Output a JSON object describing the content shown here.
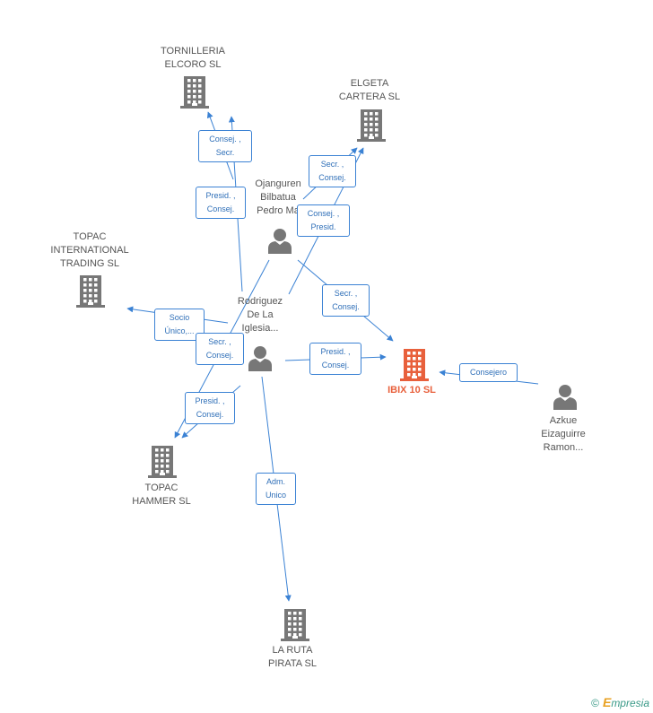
{
  "colors": {
    "edge": "#3b82d4",
    "company": "#777777",
    "main_company": "#e8603c",
    "person": "#777777"
  },
  "nodes": [
    {
      "id": "tornilleria",
      "type": "company-icon",
      "label": "TORNILLERIA\nELCORO SL"
    },
    {
      "id": "elgeta",
      "type": "company-icon",
      "label": "ELGETA\nCARTERA SL"
    },
    {
      "id": "topac_intl",
      "type": "company-icon",
      "label": "TOPAC\nINTERNATIONAL\nTRADING  SL"
    },
    {
      "id": "ojanguren",
      "type": "person-icon",
      "label": "Ojanguren\nBilbatua\nPedro Ma"
    },
    {
      "id": "rodriguez",
      "type": "person-icon",
      "label": "Rodriguez\nDe La\nIglesia..."
    },
    {
      "id": "ibix",
      "type": "company-icon",
      "label": "IBIX 10 SL",
      "main": true
    },
    {
      "id": "azkue",
      "type": "person-icon",
      "label": "Azkue\nEizaguirre\nRamon..."
    },
    {
      "id": "topac_hammer",
      "type": "company-icon",
      "label": "TOPAC\nHAMMER SL"
    },
    {
      "id": "la_ruta",
      "type": "company-icon",
      "label": "LA RUTA\nPIRATA  SL"
    }
  ],
  "edges": [
    {
      "id": "e1",
      "label": "Consej. ,\nSecr."
    },
    {
      "id": "e2",
      "label": "Presid. ,\nConsej."
    },
    {
      "id": "e3",
      "label": "Secr. ,\nConsej."
    },
    {
      "id": "e4",
      "label": "Consej. ,\nPresid."
    },
    {
      "id": "e5",
      "label": "Secr. ,\nConsej."
    },
    {
      "id": "e6",
      "label": "Socio\nÚnico,..."
    },
    {
      "id": "e7",
      "label": "Secr. ,\nConsej."
    },
    {
      "id": "e8",
      "label": "Presid. ,\nConsej."
    },
    {
      "id": "e9",
      "label": "Presid. ,\nConsej."
    },
    {
      "id": "e10",
      "label": "Consejero"
    },
    {
      "id": "e11",
      "label": "Adm.\nUnico"
    }
  ],
  "copyright": {
    "symbol": "©",
    "brand_initial": "E",
    "brand_rest": "mpresia"
  }
}
